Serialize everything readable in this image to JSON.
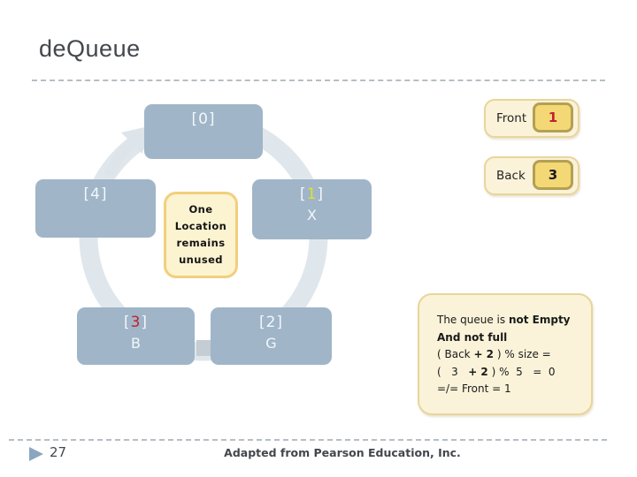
{
  "slide": {
    "title": "deQueue",
    "page_number": "27",
    "credit": "Adapted from Pearson Education, Inc."
  },
  "diagram": {
    "bracket_open": "[",
    "bracket_close": "]",
    "cells": [
      {
        "index": "0",
        "value": "",
        "index_color": "#ffffff"
      },
      {
        "index": "1",
        "value": "X",
        "index_color": "#dfe12d"
      },
      {
        "index": "2",
        "value": "G",
        "index_color": "#ffffff"
      },
      {
        "index": "3",
        "value": "B",
        "index_color": "#c0212f"
      },
      {
        "index": "4",
        "value": "",
        "index_color": "#ffffff"
      }
    ],
    "center_note": "One\nLocation\nremains\nunused",
    "cell_color": "#a0b5c8",
    "ring_color": "#e0e7ec"
  },
  "pointers": {
    "front": {
      "label": "Front",
      "value": "1",
      "value_color": "#c0212f"
    },
    "back": {
      "label": "Back",
      "value": "3",
      "value_color": "#1a1a1a"
    }
  },
  "note_box": {
    "line1_normal": "The queue is ",
    "line1_bold": "not Empty",
    "line2_bold": "And not full",
    "line3_pre": "( Back ",
    "line3_bold": "+ 2",
    "line3_post": " ) % size =",
    "line4_pre": "(   3   ",
    "line4_bold": "+ 2",
    "line4_post": " ) %  5   =  0",
    "line5": "=/= Front = 1"
  }
}
